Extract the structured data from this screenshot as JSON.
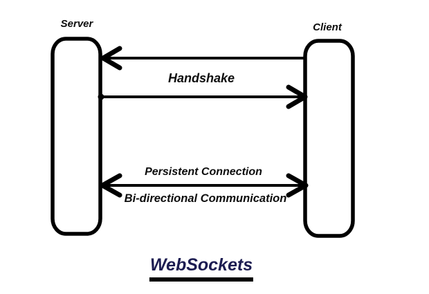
{
  "title": {
    "text": "WebSockets"
  },
  "nodes": {
    "server": {
      "label": "Server"
    },
    "client": {
      "label": "Client"
    }
  },
  "arrows": {
    "handshake_label": "Handshake",
    "request": {
      "from": "client",
      "to": "server",
      "head": "left"
    },
    "response": {
      "from": "server",
      "to": "client",
      "head": "right"
    },
    "persistent": {
      "label_above": "Persistent Connection",
      "label_below": "Bi-directional Communication",
      "heads": "both"
    }
  },
  "colors": {
    "ink": "#000000",
    "background": "#ffffff",
    "title_text": "#1d1d52"
  }
}
